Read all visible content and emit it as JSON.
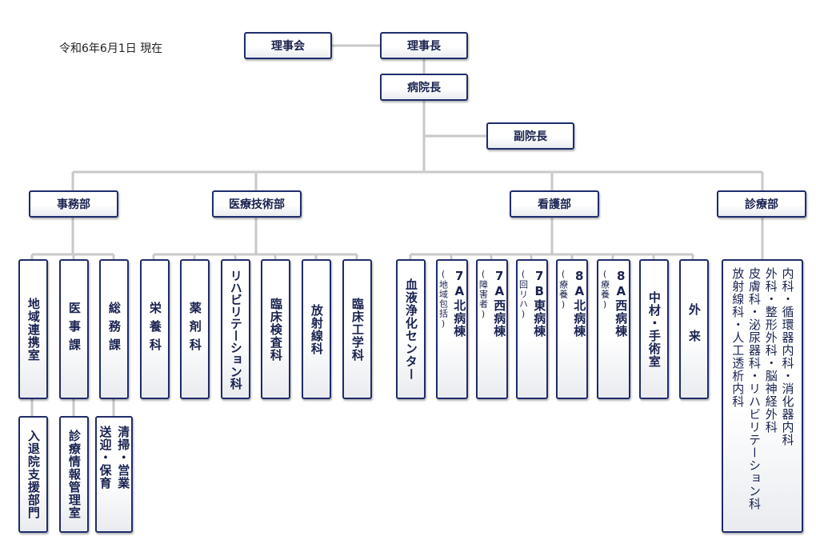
{
  "date": "令和6年6月1日 現在",
  "top": {
    "board": "理事会",
    "chairman": "理事長",
    "director": "病院長",
    "vice": "副院長"
  },
  "departments": {
    "admin": "事務部",
    "medtech": "医療技術部",
    "nursing": "看護部",
    "clinical": "診療部"
  },
  "admin_units": {
    "regional": "地域連携室",
    "medical_affairs": "医事課",
    "general_affairs": "総務課",
    "admission": "入退院支援部門",
    "info_mgmt": "診療情報管理室",
    "cleaning": "清掃・営業",
    "transport": "送迎・保育"
  },
  "medtech_units": {
    "nutrition": "栄養科",
    "pharmacy": "薬剤科",
    "rehab": "リハビリテーション科",
    "lab": "臨床検査科",
    "radiology": "放射線科",
    "clin_eng": "臨床工学科"
  },
  "nursing_units": {
    "dialysis": "血液浄化センター",
    "w7an": "7A北病棟",
    "w7an_note": "(地域包括)",
    "w7aw": "7A西病棟",
    "w7aw_note": "(障害者)",
    "w7be": "7B東病棟",
    "w7be_note": "(回リハ)",
    "w8an": "8A北病棟",
    "w8an_note": "(療養)",
    "w8aw": "8A西病棟",
    "w8aw_note": "(療養)",
    "central": "中材・手術室",
    "outpatient": "外来"
  },
  "clinical_lines": [
    "内科・循環器内科・消化器内科",
    "外科・整形外科・脳神経外科",
    "皮膚科・泌尿器科・リハビリテーション科",
    "放射線科・人工透析内科"
  ],
  "colors": {
    "border": "#1f2c6b",
    "line": "#c8c8c8"
  }
}
